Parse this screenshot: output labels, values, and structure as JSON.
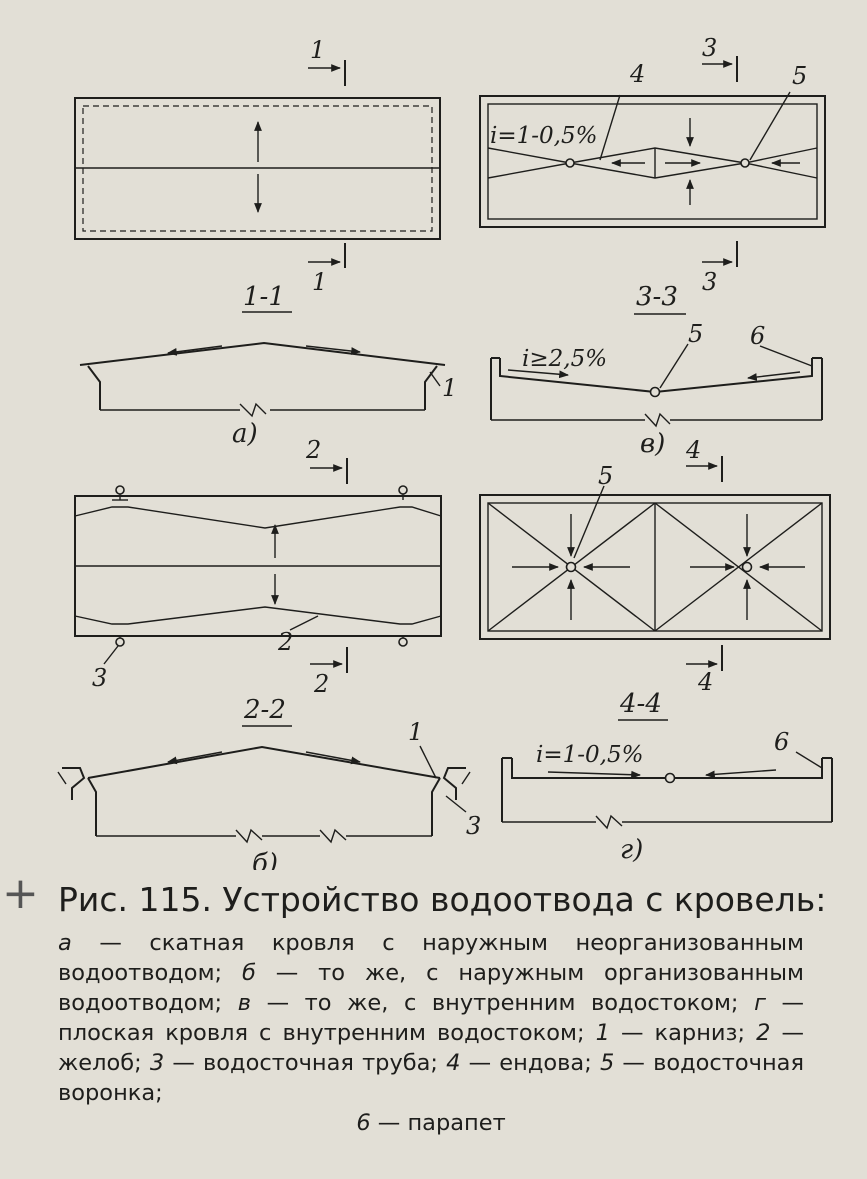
{
  "labels": {
    "sec1": "1",
    "sec1b": "1",
    "sec1_title": "1-1",
    "callout_a_1": "1",
    "letter_a": "а)",
    "sec3": "3",
    "sec3b": "3",
    "slope_top_right": "i=1-0,5%",
    "call4": "4",
    "call5": "5",
    "sec3_title": "3-3",
    "slope_v": "i≥2,5%",
    "call5v": "5",
    "call6v": "6",
    "letter_v": "в)",
    "sec2": "2",
    "sec2b": "2",
    "call2": "2",
    "call3": "3",
    "sec2_title": "2-2",
    "call1b": "1",
    "call3b": "3",
    "letter_b": "б)",
    "sec4": "4",
    "sec4b": "4",
    "call5g": "5",
    "sec4_title": "4-4",
    "slope_g": "i=1-0,5%",
    "call6g": "6",
    "letter_g": "г)"
  },
  "caption": {
    "title": "Рис. 115. Устройство водоотвода с кровель:",
    "a_letter": "а",
    "a_text": " — скатная кровля с наружным неорганизованным водоотводом; ",
    "b_letter": "б",
    "b_text": " — то же, с наружным организованным водоотводом; ",
    "v_letter": "в",
    "v_text": " — то же, с внутренним водостоком; ",
    "g_letter": "г",
    "g_text": " — плоская кровля с внутренним водостоком; ",
    "n1": "1",
    "t1": " — карниз; ",
    "n2": "2",
    "t2": " — желоб; ",
    "n3": "3",
    "t3": " — водосточная труба; ",
    "n4": "4",
    "t4": " — ендова; ",
    "n5": "5",
    "t5": " — водосточная воронка;",
    "n6": "6",
    "t6": " — парапет"
  }
}
